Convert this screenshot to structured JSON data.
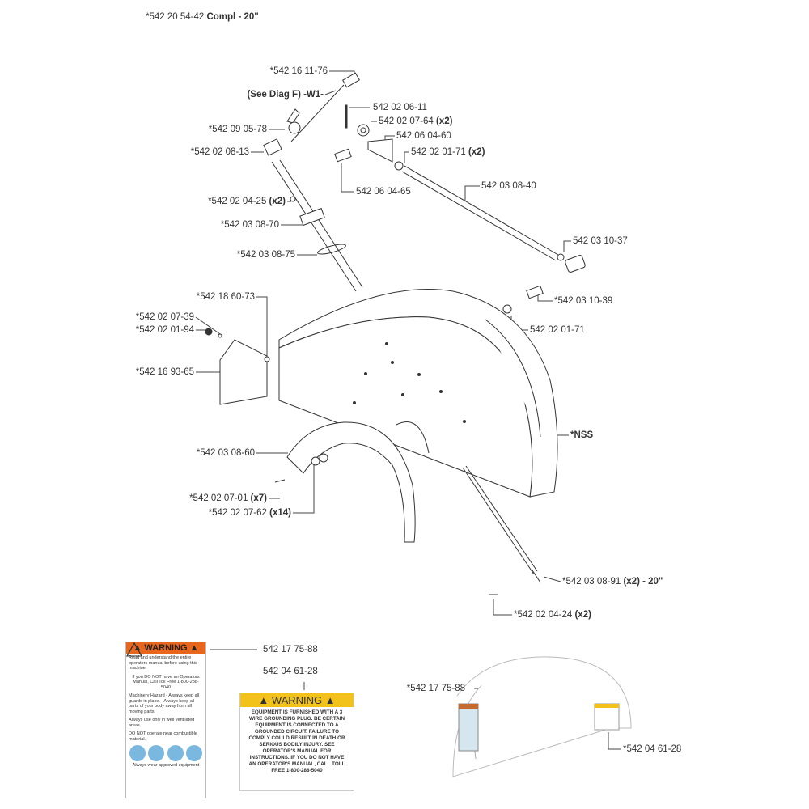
{
  "title": {
    "part": "*542 20 54-42",
    "desc": "Compl - 20\""
  },
  "labels": {
    "l1": "*542 16 11-76",
    "l2": "(See Diag F) -W1-",
    "l3": "542 02 06-11",
    "l4": "*542 09 05-78",
    "l5a": "542 02 07-64",
    "l5b": "(x2)",
    "l6": "542 06 04-60",
    "l7": "*542 02 08-13",
    "l8a": "542 02 01-71",
    "l8b": "(x2)",
    "l9": "542 06 04-65",
    "l10": "542 03 08-40",
    "l11a": "*542 02 04-25",
    "l11b": "(x2)",
    "l12": "*542 03 08-70",
    "l13": "*542 03 08-75",
    "l14": "542 03 10-37",
    "l15": "*542 03 10-39",
    "l16": "*542 18 60-73",
    "l17": "*542 02 07-39",
    "l18": "*542 02 01-94",
    "l19": "542 02 01-71",
    "l20": "*542 16 93-65",
    "l21": "*NSS",
    "l22": "*542 03 08-60",
    "l23a": "*542 02 07-01",
    "l23b": "(x7)",
    "l24a": "*542 02 07-62",
    "l24b": "(x14)",
    "l25a": "*542 03 08-91",
    "l25b": "(x2) - 20\"",
    "l26a": "*542 02 04-24",
    "l26b": "(x2)",
    "l27": "542 17 75-88",
    "l28": "542 04 61-28",
    "l29": "*542 17 75-88",
    "l30": "*542 04 61-28"
  },
  "warning1": {
    "heading": "WARNING",
    "t1": "Read and understand the entire operators manual before using this machine.",
    "t2": "If you DO NOT have an Operators Manual, Call Toll Free 1-800-288-5040",
    "t3": "Machinery Hazard - Always keep all guards in place. - Always keep all parts of your body away from all moving parts.",
    "t4": "Always use only in well ventilated areas.",
    "t5": "DO NOT operate near combustible material.",
    "t6": "Always wear approved equipment"
  },
  "warning2": {
    "heading": "WARNING",
    "body": "EQUIPMENT IS FURNISHED WITH A 3 WIRE GROUNDING PLUG. BE CERTAIN EQUIPMENT IS CONNECTED TO A GROUNDED CIRCUIT. FAILURE TO COMPLY COULD RESULT IN DEATH OR SERIOUS BODILY INJURY. SEE OPERATOR'S MANUAL FOR INSTRUCTIONS. IF YOU DO NOT HAVE AN OPERATOR'S MANUAL, CALL TOLL FREE 1-800-288-5040"
  }
}
